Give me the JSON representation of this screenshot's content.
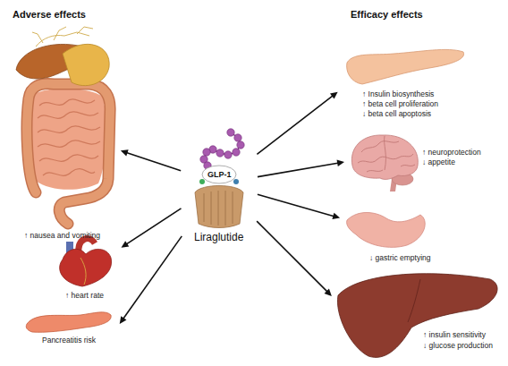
{
  "diagram": {
    "nodes": [
      {
        "text": [
          "GLP-1",
          "Liraglutide"
        ]
      },
      {
        "text": [
          "↑ nausea and vomiting"
        ]
      },
      {
        "text": [
          "↑ heart rate"
        ]
      },
      {
        "text": [
          "Pancreatitis risk"
        ]
      },
      {
        "text": [
          "↑ Insulin biosynthesis",
          "↑ beta cell proliferation",
          "↓ beta cell apoptosis"
        ]
      },
      {
        "text": [
          "↑ neuroprotection",
          "↓ appetite"
        ]
      },
      {
        "text": [
          "↓ gastric emptying"
        ]
      },
      {
        "text": [
          "↑ insulin sensitivity",
          "↓ glucose production"
        ]
      }
    ],
    "edges": [
      {
        "from": 0,
        "to": 1,
        "arrow": "to"
      },
      {
        "from": 0,
        "to": 2,
        "arrow": "to"
      },
      {
        "from": 0,
        "to": 3,
        "arrow": "to"
      },
      {
        "from": 0,
        "to": 4,
        "arrow": "to"
      },
      {
        "from": 0,
        "to": 5,
        "arrow": "to"
      },
      {
        "from": 0,
        "to": 6,
        "arrow": "to"
      },
      {
        "from": 0,
        "to": 7,
        "arrow": "to"
      }
    ],
    "labels": [
      "Adverse effects",
      "Efficacy effects"
    ]
  }
}
